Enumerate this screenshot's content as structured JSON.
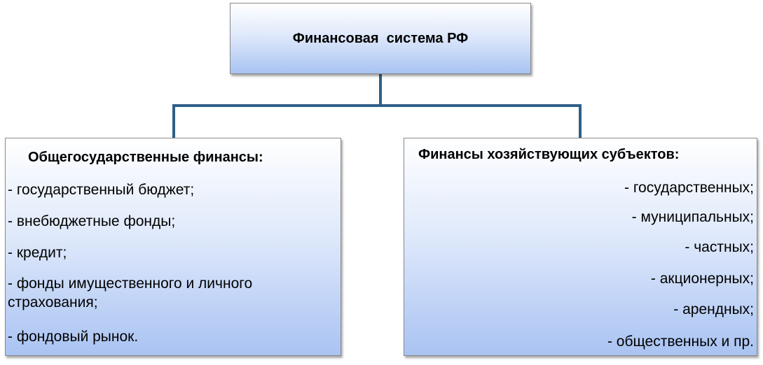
{
  "root": {
    "title": "Финансовая  система РФ"
  },
  "left": {
    "title": "Общегосударственные финансы:",
    "items": [
      "- государственный бюджет;",
      "- внебюджетные фонды;",
      "- кредит;",
      "- фонды имущественного и личного страхования;",
      "- фондовый рынок."
    ]
  },
  "right": {
    "title": "Финансы хозяйствующих субъектов:",
    "items": [
      "- государственных;",
      "- муниципальных;",
      "- частных;",
      "- акционерных;",
      "- арендных;",
      "- общественных и пр."
    ]
  },
  "colors": {
    "connector": "#2f5f86",
    "box_gradient_top": "#ffffff",
    "box_gradient_bottom": "#a9c3f2"
  }
}
